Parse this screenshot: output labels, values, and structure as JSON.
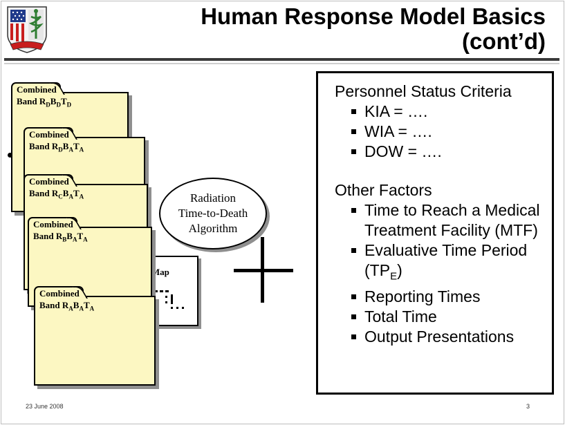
{
  "header": {
    "title_line1": "Human Response Model Basics",
    "title_line2": "(cont’d)"
  },
  "folders": [
    {
      "word": "Combined",
      "band": "Band ",
      "parts": [
        [
          "R",
          "D"
        ],
        [
          "B",
          "D"
        ],
        [
          "T",
          "D"
        ]
      ]
    },
    {
      "word": "Combined",
      "band": "Band ",
      "parts": [
        [
          "R",
          "D"
        ],
        [
          "B",
          "A"
        ],
        [
          "T",
          "A"
        ]
      ]
    },
    {
      "word": "Combined",
      "band": "Band ",
      "parts": [
        [
          "R",
          "C"
        ],
        [
          "B",
          "A"
        ],
        [
          "T",
          "A"
        ]
      ]
    },
    {
      "word": "Combined",
      "band": "Band ",
      "parts": [
        [
          "R",
          "B"
        ],
        [
          "B",
          "A"
        ],
        [
          "T",
          "A"
        ]
      ]
    },
    {
      "word": "Combined",
      "band": "Band ",
      "parts": [
        [
          "R",
          "A"
        ],
        [
          "B",
          "A"
        ],
        [
          "T",
          "A"
        ]
      ]
    }
  ],
  "algorithm": {
    "line1": "Radiation",
    "line2": "Time-to-Death",
    "line3": "Algorithm"
  },
  "injury_map": {
    "title": "Injury Profile Map",
    "marks": "⋮:.."
  },
  "criteria": {
    "status_header": "Personnel Status Criteria",
    "status_items": [
      "KIA = ….",
      "WIA = ….",
      "DOW = …."
    ],
    "factors_header": "Other Factors",
    "factor_items": [
      "Time to Reach a Medical Treatment Facility (MTF)",
      "Evaluative Time Period (TP",
      "Reporting Times",
      "Total Time",
      "Output Presentations"
    ],
    "tpe_subscript": "E",
    "tpe_close": ")"
  },
  "footer": {
    "date": "23 June  2008",
    "page": "3"
  }
}
